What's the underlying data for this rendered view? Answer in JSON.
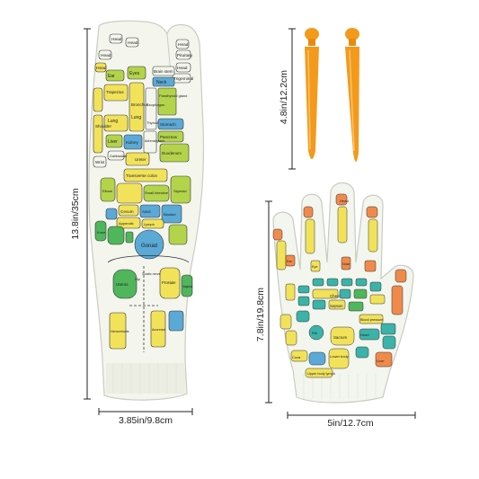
{
  "dimensions": {
    "sock_height": "13.8in/35cm",
    "sock_width": "3.85in/9.8cm",
    "stick_length": "4.8in/12.2cm",
    "glove_height": "7.8in/19.8cm",
    "glove_width": "5in/12.7cm"
  },
  "sock_labels": {
    "head_1": "Head",
    "head_2": "Head",
    "head_3": "Head",
    "head_4": "Head",
    "head_5": "Head",
    "head_6": "Head",
    "head_7": "Head",
    "pituitary": "Pituitary",
    "trigeminal": "Trigeminal",
    "brain_stem": "Brain stem",
    "neck": "Neck",
    "ear": "Ear",
    "eyes": "Eyes",
    "shoulder": "Shoulder",
    "trapezius": "Trapezius",
    "lung_1": "Lung",
    "lung_2": "Lung",
    "bronchus": "Bronchus",
    "esophagus": "Esophagus",
    "parathyroid": "Parathyroid gland",
    "thyroid": "Thyroid",
    "adrenal": "Adrenal gland",
    "stomach": "Stomach",
    "pancreas": "Pancreas",
    "duodenum": "Duodenum",
    "liver": "Liver",
    "gallbladder": "Gallbladder",
    "kidney": "Kidney",
    "wrist": "Wrist",
    "elbow": "Elbow",
    "knee": "Knee",
    "ureter": "Ureter",
    "transverse_colon": "Transverse colon",
    "small_intestine": "Small intestine",
    "cecum": "Cecum",
    "appendix": "Appendix",
    "anus": "Anus",
    "bladder": "Bladder",
    "gonad": "Gonad",
    "hip": "Hip",
    "sciatic": "Sciatic nerve",
    "prostate": "Prostate",
    "vagina": "Vagina",
    "uterus": "Uterus",
    "hemorrhoids": "Hemorrhoids",
    "anorectal": "Anorectal",
    "sigmoid": "Sigmoid",
    "lymph": "Lymph"
  },
  "glove_labels": {
    "head": "Head",
    "ear": "Ear",
    "eye": "Eye",
    "nose": "Nose",
    "chest": "Chest",
    "septum": "Septum",
    "blood_pressure": "Blood pressure",
    "rib": "Rib",
    "sacrum": "Sacrum",
    "lower_body": "Lower body",
    "coxa": "Coxa",
    "upper_body": "Upper body lymph",
    "heart": "Heart",
    "liver": "Liver"
  },
  "colors": {
    "sock_fabric": "#f4f6ee",
    "glove_fabric": "#f3f5ef",
    "yellow": "#f1e25a",
    "lime": "#b3d44a",
    "blue": "#5aa9d6",
    "green": "#4fb65c",
    "teal": "#3bb3a8",
    "orange": "#f08a4b",
    "stick_orange": "#f39a1c",
    "outline": "#333333"
  }
}
